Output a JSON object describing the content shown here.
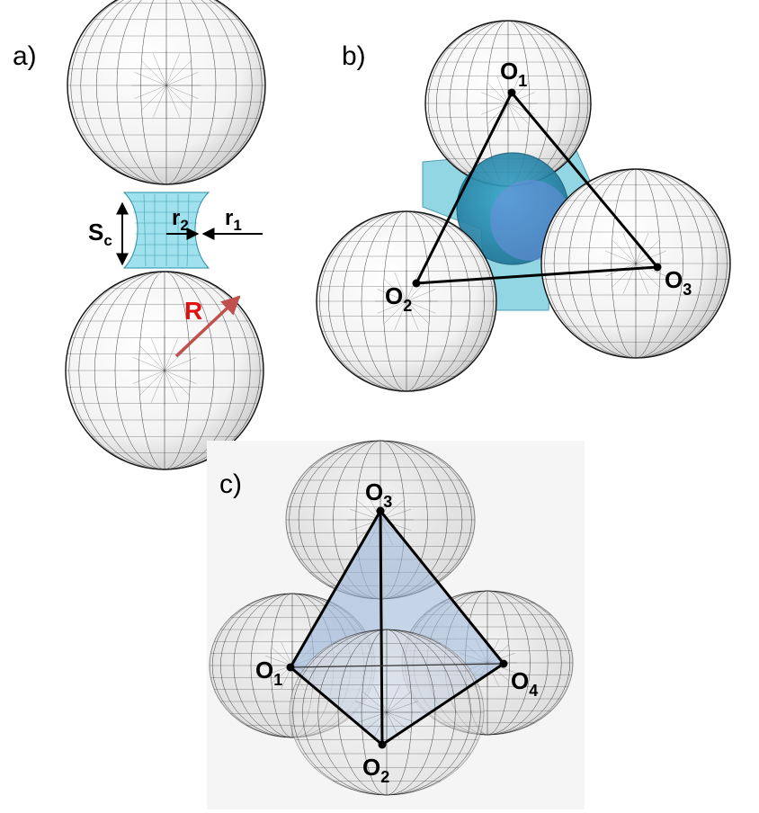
{
  "panels": {
    "a": {
      "label": "a)",
      "s_label": "S",
      "s_sub": "c",
      "r2_label": "r",
      "r2_sub": "2",
      "r1_label": "r",
      "r1_sub": "1",
      "radius_label": "R"
    },
    "b": {
      "label": "b)",
      "o1": "O",
      "o1_sub": "1",
      "o2": "O",
      "o2_sub": "2",
      "o3": "O",
      "o3_sub": "3"
    },
    "c": {
      "label": "c)",
      "o1": "O",
      "o1_sub": "1",
      "o2": "O",
      "o2_sub": "2",
      "o3": "O",
      "o3_sub": "3",
      "o4": "O",
      "o4_sub": "4"
    }
  },
  "colors": {
    "mesh": "#1a1a1a",
    "neck": "#7fd6e3",
    "neck_dark": "#2a8ea8",
    "radius_arrow": "#c0504d",
    "tetra_fill": "#9fb8dc",
    "sphere_shade": "#cfcfcf"
  }
}
